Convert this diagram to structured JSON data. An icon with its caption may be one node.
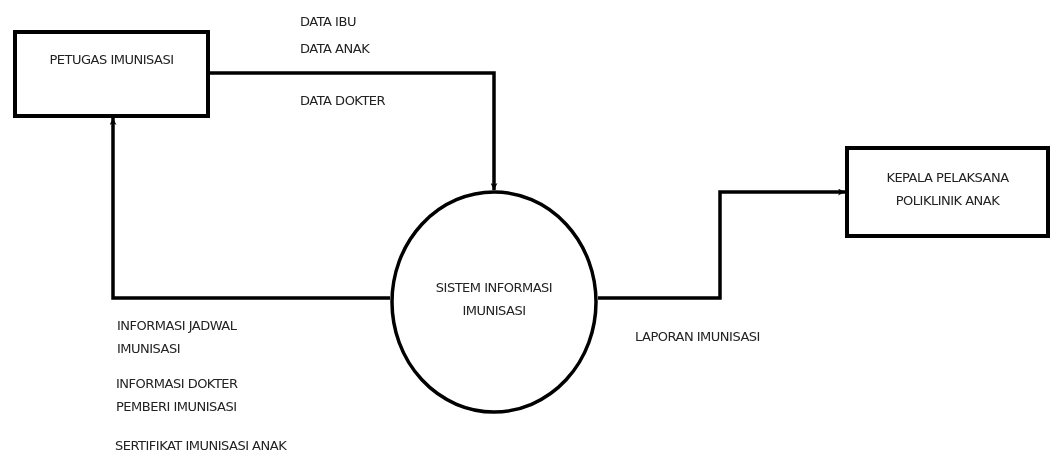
{
  "diagram": {
    "nodes": [
      {
        "text": [
          "PETUGAS IMUNISASI"
        ]
      },
      {
        "text": [
          "SISTEM INFORMASI IMUNISASI"
        ]
      },
      {
        "text": [
          "KEPALA PELAKSANA POLIKLINIK ANAK"
        ]
      }
    ],
    "edges": [
      {
        "from": 0,
        "to": 1,
        "arrow": "to"
      },
      {
        "from": 1,
        "to": 0,
        "arrow": "to"
      },
      {
        "from": 1,
        "to": 2,
        "arrow": "to"
      }
    ],
    "labels": [
      "DATA IBU",
      "DATA ANAK",
      "DATA DOKTER",
      "INFORMASI JADWAL IMUNISASI",
      "INFORMASI DOKTER PEMBERI IMUNISASI",
      "SERTIFIKAT IMUNISASI ANAK",
      "LAPORAN IMUNISASI"
    ]
  }
}
